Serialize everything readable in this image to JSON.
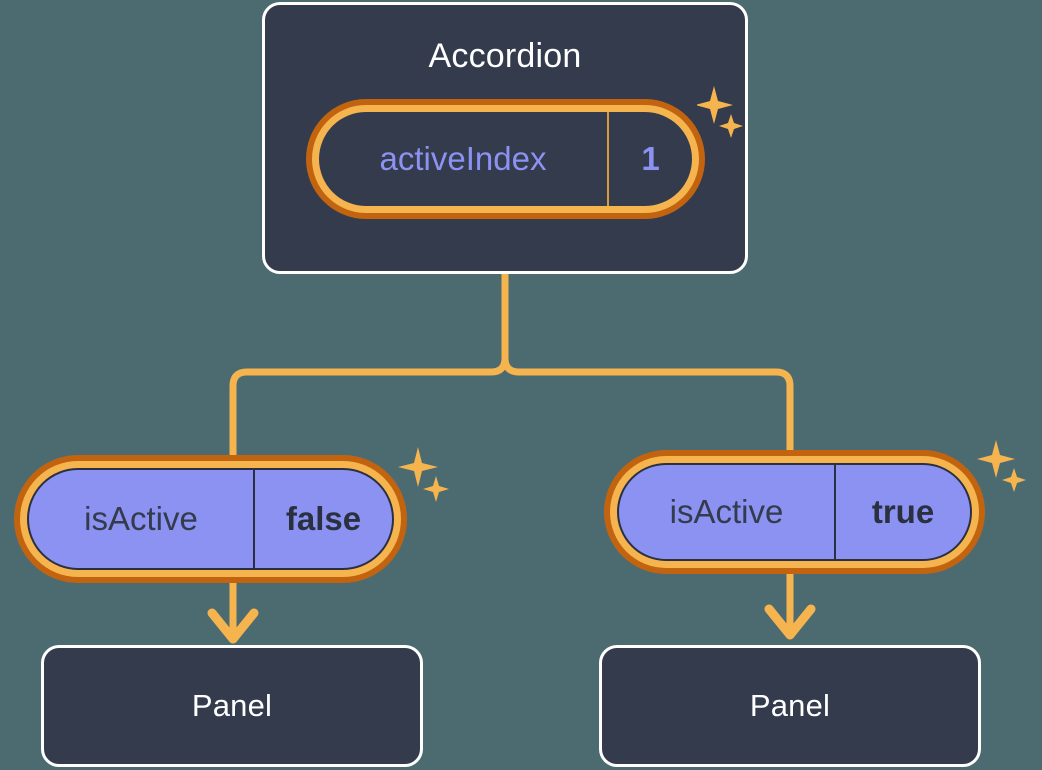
{
  "diagram": {
    "type": "component-state-tree",
    "background_color": "#4c6b71",
    "accent_color": "#f6b44e",
    "accent_dark_color": "#c2640f",
    "card_color": "#343b4d",
    "value_color": "#8b92f2"
  },
  "root": {
    "title": "Accordion",
    "state": {
      "key": "activeIndex",
      "value": "1"
    }
  },
  "children": [
    {
      "prop": {
        "key": "isActive",
        "value": "false"
      },
      "card_title": "Panel"
    },
    {
      "prop": {
        "key": "isActive",
        "value": "true"
      },
      "card_title": "Panel"
    }
  ],
  "icons": {
    "sparkle": "sparkle-icon",
    "arrow": "arrow-down-icon"
  }
}
